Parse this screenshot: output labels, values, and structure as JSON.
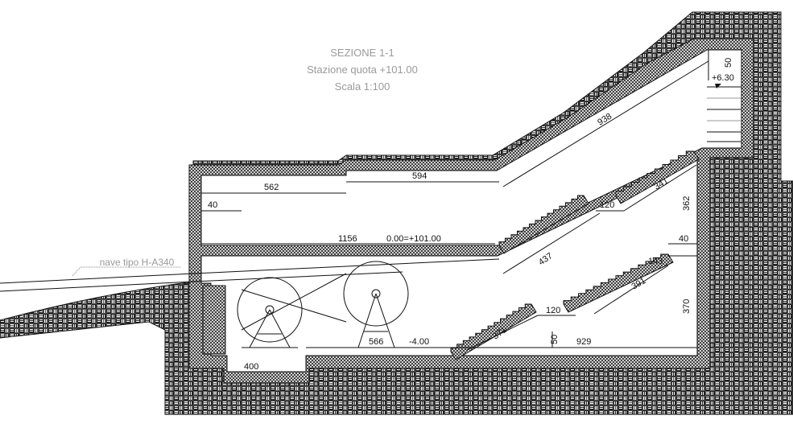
{
  "title": {
    "line1": "SEZIONE 1-1",
    "line2": "Stazione quota +101.00",
    "line3": "Scala 1:100"
  },
  "pipe_label": "nave tipo H-A340",
  "dimensions": {
    "roof_left": "562",
    "roof_right": "594",
    "upper_slope": "938",
    "wall_left": "40",
    "landing_upper": "120",
    "upper_stairs_b": "341",
    "height_upper": "362",
    "mid_length": "1156",
    "datum": "0.00=+101.00",
    "upper_stairs_a": "437",
    "slab_mid": "40",
    "landing_lower_top": "143",
    "lower_stairs_b": "391",
    "height_lower": "370",
    "landing_lower": "120",
    "lower_stairs_a": "371",
    "step_50": "50",
    "floor_length": "929",
    "machine_width": "566",
    "floor_level": "-4.00",
    "pit_width": "400",
    "shaft_50": "50",
    "shaft_level": "+6.30"
  },
  "colors": {
    "ink": "#111111",
    "title": "#9a9a9a"
  }
}
